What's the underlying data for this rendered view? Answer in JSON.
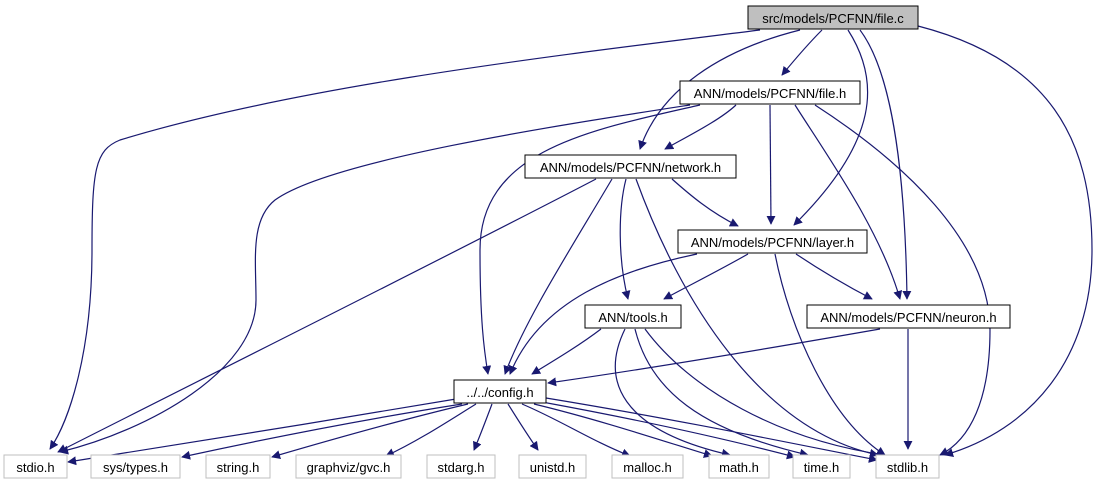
{
  "colors": {
    "edge": "#191970",
    "root_fill": "#bfbfbf",
    "root_stroke": "#000000",
    "internal_stroke": "#000000",
    "external_stroke": "#bfbfbf",
    "text": "#000000"
  },
  "nodes": {
    "file_c": {
      "label": "src/models/PCFNN/file.c",
      "kind": "root"
    },
    "file_h": {
      "label": "ANN/models/PCFNN/file.h",
      "kind": "internal"
    },
    "network_h": {
      "label": "ANN/models/PCFNN/network.h",
      "kind": "internal"
    },
    "layer_h": {
      "label": "ANN/models/PCFNN/layer.h",
      "kind": "internal"
    },
    "tools_h": {
      "label": "ANN/tools.h",
      "kind": "internal"
    },
    "neuron_h": {
      "label": "ANN/models/PCFNN/neuron.h",
      "kind": "internal"
    },
    "config_h": {
      "label": "../../config.h",
      "kind": "internal"
    },
    "stdio_h": {
      "label": "stdio.h",
      "kind": "external"
    },
    "systypes_h": {
      "label": "sys/types.h",
      "kind": "external"
    },
    "string_h": {
      "label": "string.h",
      "kind": "external"
    },
    "gvc_h": {
      "label": "graphviz/gvc.h",
      "kind": "external"
    },
    "stdarg_h": {
      "label": "stdarg.h",
      "kind": "external"
    },
    "unistd_h": {
      "label": "unistd.h",
      "kind": "external"
    },
    "malloc_h": {
      "label": "malloc.h",
      "kind": "external"
    },
    "math_h": {
      "label": "math.h",
      "kind": "external"
    },
    "time_h": {
      "label": "time.h",
      "kind": "external"
    },
    "stdlib_h": {
      "label": "stdlib.h",
      "kind": "external"
    }
  },
  "edges": [
    [
      "file_c",
      "file_h"
    ],
    [
      "file_c",
      "network_h"
    ],
    [
      "file_c",
      "layer_h"
    ],
    [
      "file_c",
      "neuron_h"
    ],
    [
      "file_c",
      "stdio_h"
    ],
    [
      "file_c",
      "stdlib_h"
    ],
    [
      "file_h",
      "network_h"
    ],
    [
      "file_h",
      "layer_h"
    ],
    [
      "file_h",
      "neuron_h"
    ],
    [
      "file_h",
      "config_h"
    ],
    [
      "file_h",
      "stdio_h"
    ],
    [
      "file_h",
      "stdlib_h"
    ],
    [
      "network_h",
      "layer_h"
    ],
    [
      "network_h",
      "tools_h"
    ],
    [
      "network_h",
      "config_h"
    ],
    [
      "network_h",
      "stdio_h"
    ],
    [
      "network_h",
      "stdlib_h"
    ],
    [
      "layer_h",
      "tools_h"
    ],
    [
      "layer_h",
      "neuron_h"
    ],
    [
      "layer_h",
      "config_h"
    ],
    [
      "layer_h",
      "stdlib_h"
    ],
    [
      "tools_h",
      "config_h"
    ],
    [
      "tools_h",
      "math_h"
    ],
    [
      "tools_h",
      "time_h"
    ],
    [
      "tools_h",
      "stdlib_h"
    ],
    [
      "neuron_h",
      "config_h"
    ],
    [
      "neuron_h",
      "stdlib_h"
    ],
    [
      "config_h",
      "stdio_h"
    ],
    [
      "config_h",
      "systypes_h"
    ],
    [
      "config_h",
      "string_h"
    ],
    [
      "config_h",
      "gvc_h"
    ],
    [
      "config_h",
      "stdarg_h"
    ],
    [
      "config_h",
      "unistd_h"
    ],
    [
      "config_h",
      "malloc_h"
    ],
    [
      "config_h",
      "math_h"
    ],
    [
      "config_h",
      "time_h"
    ],
    [
      "config_h",
      "stdlib_h"
    ]
  ]
}
